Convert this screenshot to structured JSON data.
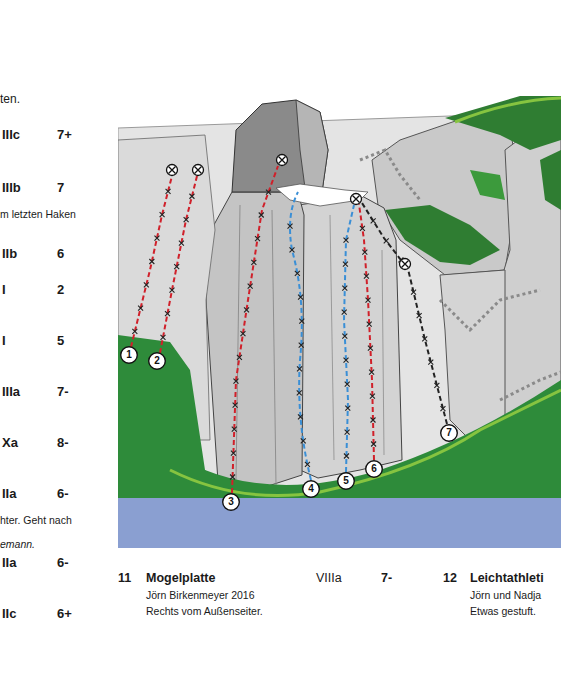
{
  "diagram": {
    "nodes": [
      {
        "text": [
          "1"
        ]
      },
      {
        "text": [
          "2"
        ]
      },
      {
        "text": [
          "3"
        ]
      },
      {
        "text": [
          "4"
        ]
      },
      {
        "text": [
          "5"
        ]
      },
      {
        "text": [
          "6"
        ]
      },
      {
        "text": [
          "7"
        ]
      }
    ],
    "labels": [
      "ten.",
      "IIIc",
      "7+",
      "IIIb",
      "7",
      "m letzten Haken",
      "IIb",
      "6",
      "I",
      "2",
      "I",
      "5",
      "IIIa",
      "7-",
      "Xa",
      "8-",
      "IIa",
      "6-",
      "hter. Geht nach",
      "emann.",
      "IIa",
      "6-",
      "IIc",
      "6+",
      "11",
      "Mogelplatte",
      "VIIIa",
      "7-",
      "Jörn Birkenmeyer 2016",
      "Rechts vom Außenseiter.",
      "12",
      "Leichtathleti",
      "Jörn und Nadja",
      "Etwas gestuft."
    ]
  }
}
